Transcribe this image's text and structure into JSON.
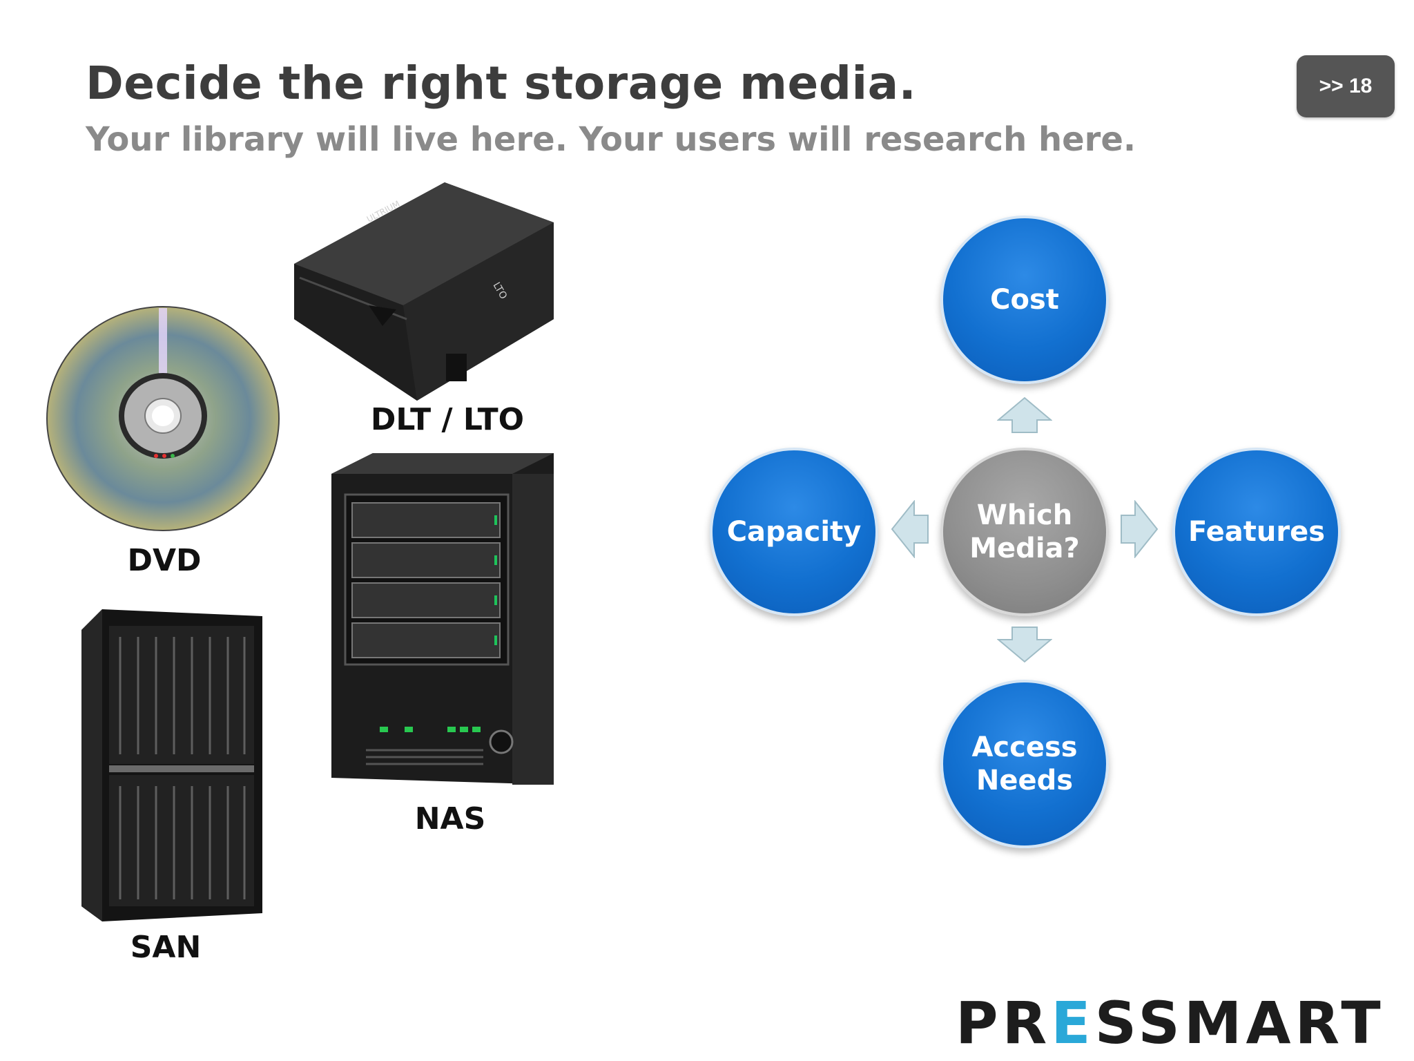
{
  "header": {
    "title": "Decide the right storage media.",
    "subtitle": "Your library will live here.  Your users will research here.",
    "page_badge": ">>  18"
  },
  "media": {
    "tape_label": "DLT / LTO",
    "dvd_label": "DVD",
    "nas_label": "NAS",
    "san_label": "SAN"
  },
  "diagram": {
    "center": [
      "Which",
      "Media?"
    ],
    "top": "Cost",
    "left": "Capacity",
    "right": "Features",
    "bottom": [
      "Access",
      "Needs"
    ],
    "colors": {
      "outer": "#1270d0",
      "center": "#8e8e8e",
      "arrow": "#c9dfe6"
    }
  },
  "logo": {
    "text_start": "PR",
    "text_accent": "E",
    "text_end": "SSMART",
    "accent_color": "#2aa8d8"
  }
}
